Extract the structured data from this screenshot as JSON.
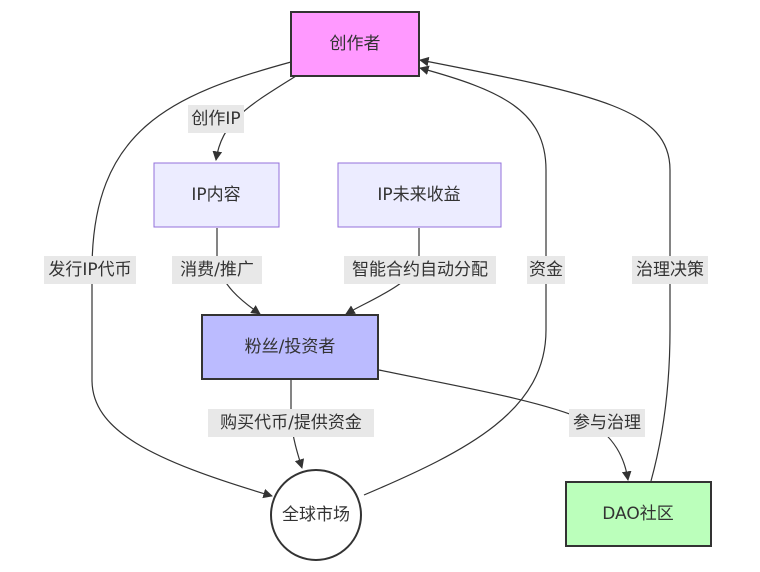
{
  "diagram": {
    "type": "flowchart",
    "nodes": {
      "creator": {
        "label": "创作者",
        "shape": "rect",
        "fill": "#ff99ff",
        "stroke": "#333333"
      },
      "ip_content": {
        "label": "IP内容",
        "shape": "rect",
        "fill": "#ececff",
        "stroke": "#9370db"
      },
      "ip_revenue": {
        "label": "IP未来收益",
        "shape": "rect",
        "fill": "#ececff",
        "stroke": "#9370db"
      },
      "fans_investors": {
        "label": "粉丝/投资者",
        "shape": "rect",
        "fill": "#bbbbff",
        "stroke": "#333333"
      },
      "global_market": {
        "label": "全球市场",
        "shape": "circle",
        "fill": "#ffffff",
        "stroke": "#333333"
      },
      "dao": {
        "label": "DAO社区",
        "shape": "rect",
        "fill": "#bbffbb",
        "stroke": "#333333"
      }
    },
    "edges": {
      "create_ip": {
        "from": "creator",
        "to": "ip_content",
        "label": "创作IP"
      },
      "issue_token": {
        "from": "creator",
        "to": "global_market",
        "label": "发行IP代币"
      },
      "consume": {
        "from": "ip_content",
        "to": "fans_investors",
        "label": "消费/推广"
      },
      "smart_contract": {
        "from": "ip_revenue",
        "to": "fans_investors",
        "label": "智能合约自动分配"
      },
      "buy_token": {
        "from": "fans_investors",
        "to": "global_market",
        "label": "购买代币/提供资金"
      },
      "governance": {
        "from": "fans_investors",
        "to": "dao",
        "label": "参与治理"
      },
      "funds": {
        "from": "global_market",
        "to": "creator",
        "label": "资金"
      },
      "decision": {
        "from": "dao",
        "to": "creator",
        "label": "治理决策"
      }
    }
  }
}
